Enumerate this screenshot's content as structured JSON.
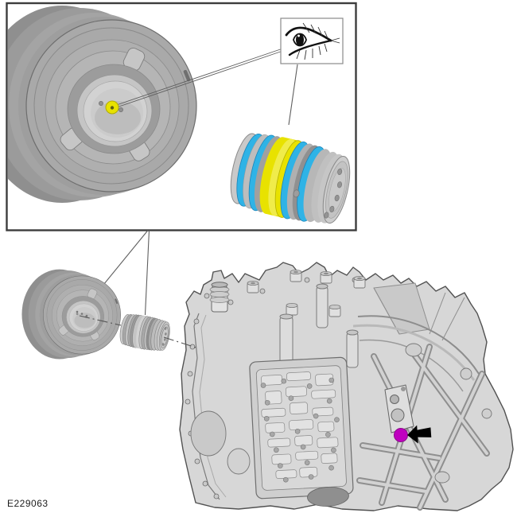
{
  "figure": {
    "id": "E229063"
  },
  "colors": {
    "highlight_yellow": "#e8e200",
    "yellow_highlight_light": "#f0ec4a",
    "seal_ring_blue": "#2fb3e6",
    "inspection_marker_magenta": "#bf00bf",
    "arrow_black": "#000000"
  },
  "icons": {
    "eye_icon": "visual-inspection-eye",
    "arrow_icon": "left-pointing-arrow"
  }
}
